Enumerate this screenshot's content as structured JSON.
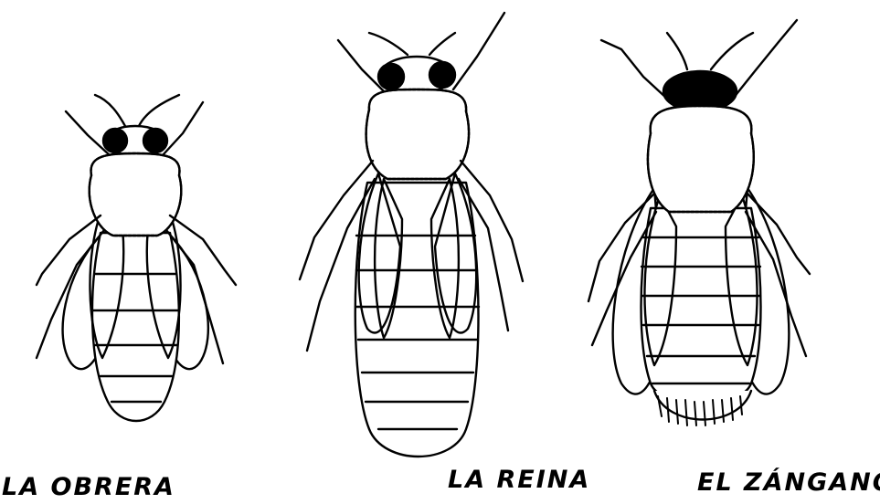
{
  "captions": {
    "worker": "LA OBRERA",
    "queen": "LA REINA",
    "drone": "EL ZÁNGANO"
  },
  "colors": {
    "ink": "#000000",
    "paper": "#ffffff"
  }
}
